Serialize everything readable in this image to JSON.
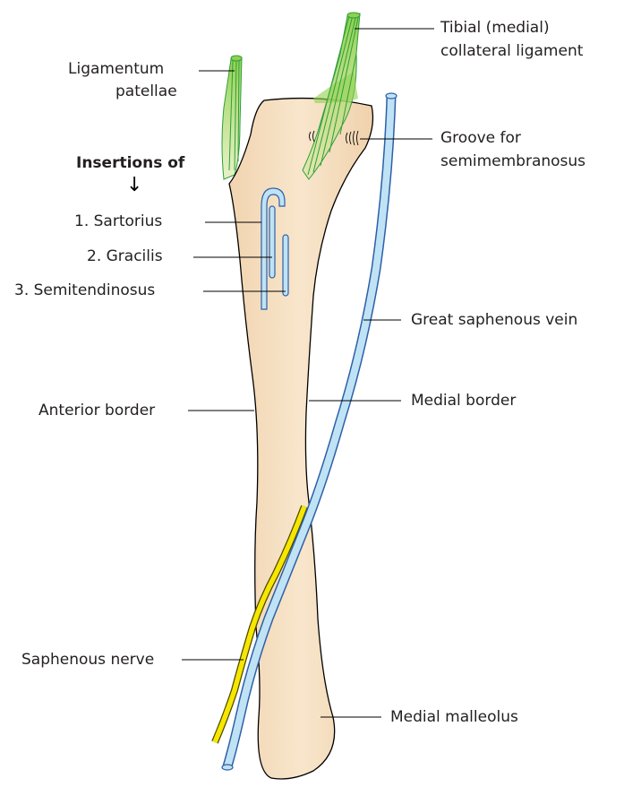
{
  "labels": {
    "ligamentum_patellae_1": "Ligamentum",
    "ligamentum_patellae_2": "patellae",
    "tibial_collateral_1": "Tibial (medial)",
    "tibial_collateral_2": "collateral ligament",
    "groove_1": "Groove for",
    "groove_2": "semimembranosus",
    "insertions_of": "Insertions of",
    "sartorius": "1. Sartorius",
    "gracilis": "2. Gracilis",
    "semitendinosus": "3. Semitendinosus",
    "great_saphenous_vein": "Great saphenous vein",
    "medial_border": "Medial border",
    "anterior_border": "Anterior border",
    "saphenous_nerve": "Saphenous nerve",
    "medial_malleolus": "Medial malleolus"
  },
  "colors": {
    "bone": "#f6dfc1",
    "bone_outline": "#000000",
    "ligament": "#8fd14f",
    "ligament_line": "#2f9e3a",
    "vein": "#bfe3f5",
    "vein_outline": "#2e5fa8",
    "nerve": "#f7e600",
    "nerve_outline": "#4a4a00",
    "leader_line": "#000000"
  }
}
